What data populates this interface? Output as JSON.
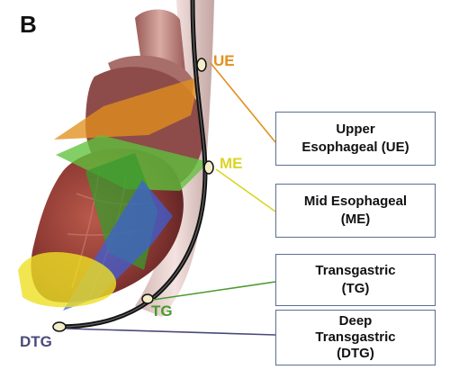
{
  "panel_label": "B",
  "views": [
    {
      "id": "ue",
      "tag": "UE",
      "label": "Upper\nEsophageal (UE)",
      "color": "#e2901e"
    },
    {
      "id": "me",
      "tag": "ME",
      "label": "Mid Esophageal\n(ME)",
      "color": "#dcd427"
    },
    {
      "id": "tg",
      "tag": "TG",
      "label": "Transgastric\n(TG)",
      "color": "#4a9a2e"
    },
    {
      "id": "dtg",
      "tag": "DTG",
      "label": "Deep\nTransgastric\n(DTG)",
      "color": "#4a4a7a"
    }
  ]
}
